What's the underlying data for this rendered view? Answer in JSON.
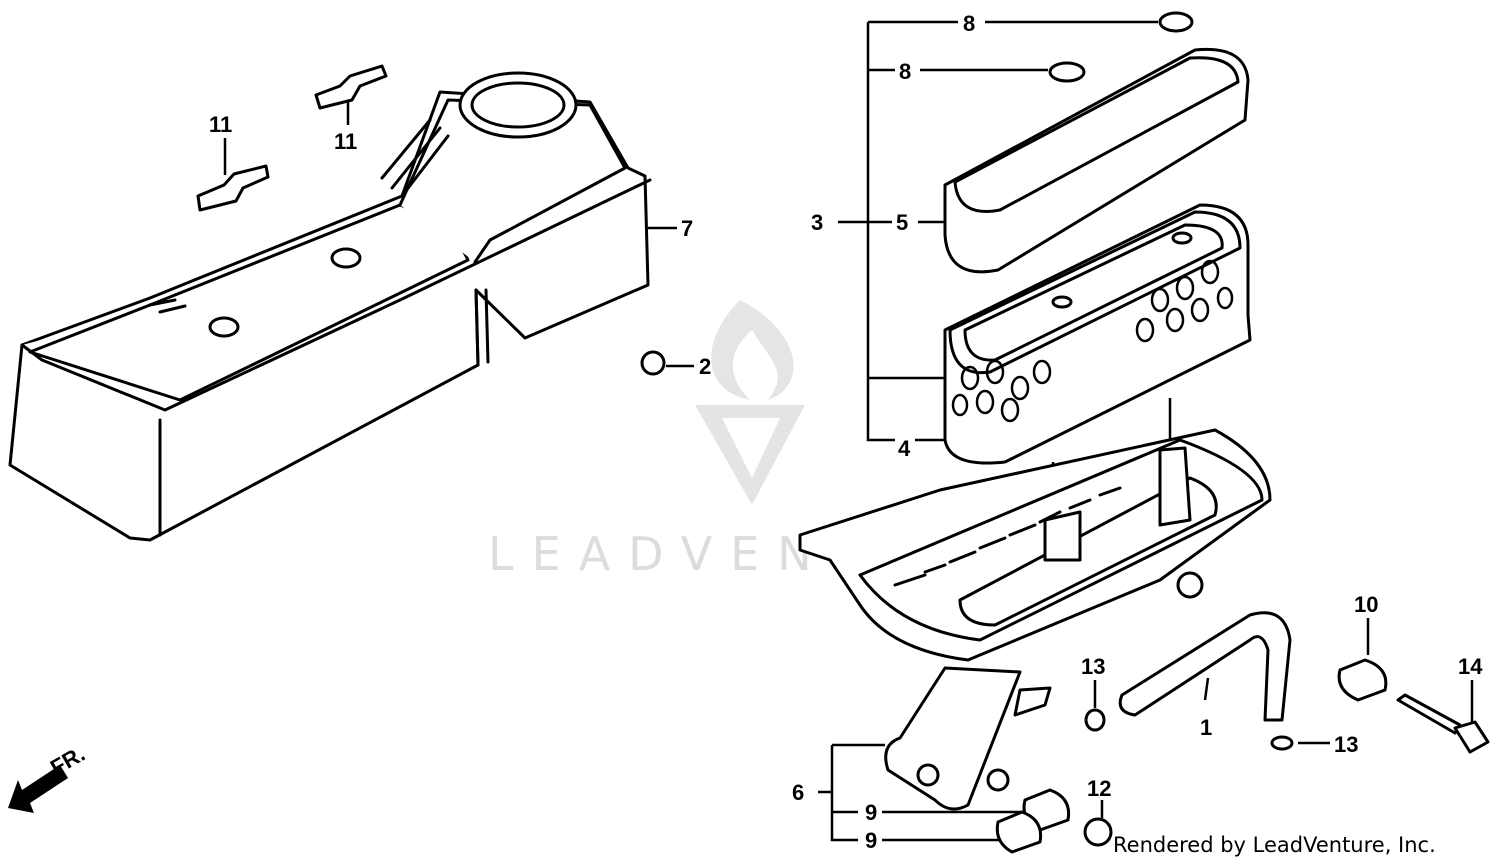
{
  "callouts": {
    "c1": "1",
    "c2": "2",
    "c3": "3",
    "c4": "4",
    "c5": "5",
    "c6": "6",
    "c7": "7",
    "c8a": "8",
    "c8b": "8",
    "c9a": "9",
    "c9b": "9",
    "c10": "10",
    "c11a": "11",
    "c11b": "11",
    "c12": "12",
    "c13a": "13",
    "c13b": "13",
    "c14": "14"
  },
  "front_arrow_label": "FR.",
  "watermark": "LEADVENTURE",
  "credit": "Rendered by LeadVenture, Inc."
}
